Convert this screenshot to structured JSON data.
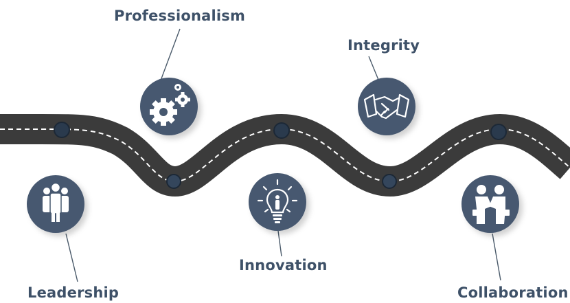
{
  "colors": {
    "badge": "#46586f",
    "road": "#3b3b3b",
    "edge": "#ffffff",
    "label": "#3e5168"
  },
  "milestones": [
    {
      "label": "Leadership",
      "icon": "people-group-icon"
    },
    {
      "label": "Professionalism",
      "icon": "gears-icon"
    },
    {
      "label": "Innovation",
      "icon": "lightbulb-idea-icon"
    },
    {
      "label": "Integrity",
      "icon": "handshake-icon"
    },
    {
      "label": "Collaboration",
      "icon": "partners-handshake-icon"
    }
  ]
}
